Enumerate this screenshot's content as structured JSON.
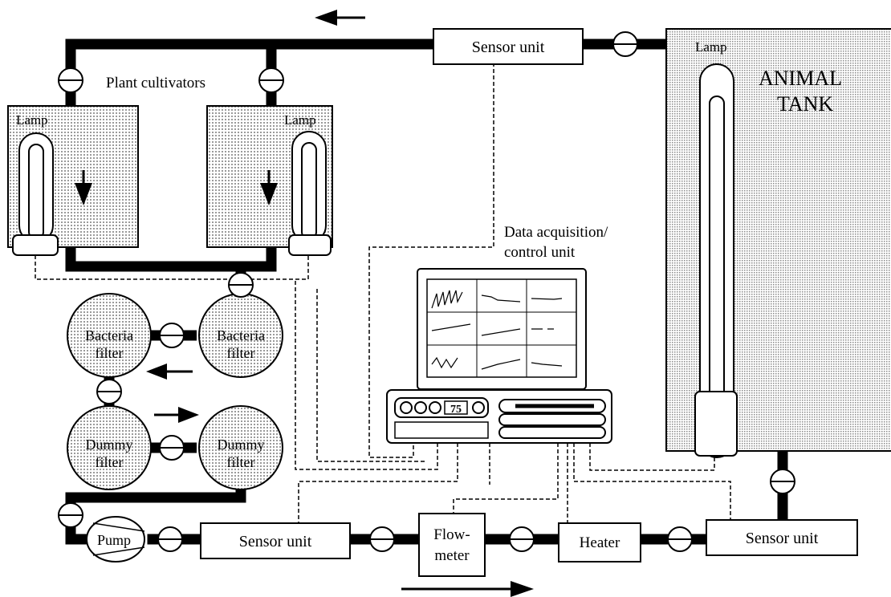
{
  "labels": {
    "sensor_unit_top": "Sensor unit",
    "plant_cultivators": "Plant cultivators",
    "lamp_left": "Lamp",
    "lamp_right": "Lamp",
    "lamp_tank": "Lamp",
    "animal": "ANIMAL",
    "tank": "TANK",
    "daq_line1": "Data acquisition/",
    "daq_line2": "control unit",
    "bacteria_filter_word1": "Bacteria",
    "bacteria_filter_word2": "filter",
    "dummy_filter_word1": "Dummy",
    "dummy_filter_word2": "filter",
    "pump": "Pump",
    "sensor_unit_bottom_left": "Sensor unit",
    "flowmeter_line1": "Flow-",
    "flowmeter_line2": "meter",
    "heater": "Heater",
    "sensor_unit_bottom_right": "Sensor unit",
    "console_display": "75"
  }
}
